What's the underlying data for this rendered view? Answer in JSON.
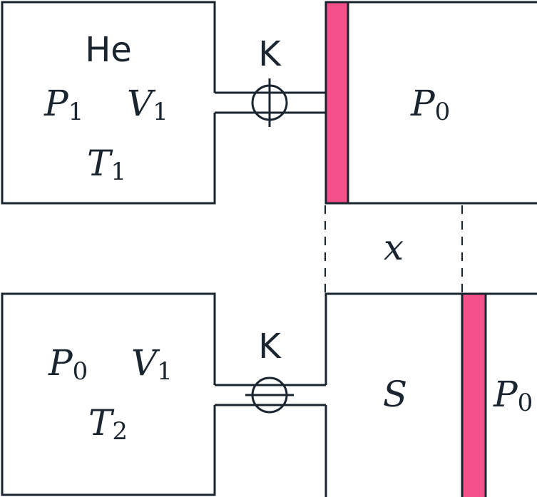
{
  "colors": {
    "ink": "#1a2530",
    "piston": "#f5508a",
    "background": "#ffffff"
  },
  "top": {
    "gas_label": "He",
    "pressure": {
      "base": "P",
      "sub": "1"
    },
    "volume": {
      "base": "V",
      "sub": "1"
    },
    "temperature": {
      "base": "T",
      "sub": "1"
    },
    "valve_label": "K",
    "cylinder_pressure": {
      "base": "P",
      "sub": "0"
    }
  },
  "gap_label": "x",
  "bottom": {
    "pressure": {
      "base": "P",
      "sub": "0"
    },
    "volume": {
      "base": "V",
      "sub": "1"
    },
    "temperature": {
      "base": "T",
      "sub": "2"
    },
    "valve_label": "K",
    "area_label": "S",
    "outside_pressure": {
      "base": "P",
      "sub": "0"
    }
  }
}
